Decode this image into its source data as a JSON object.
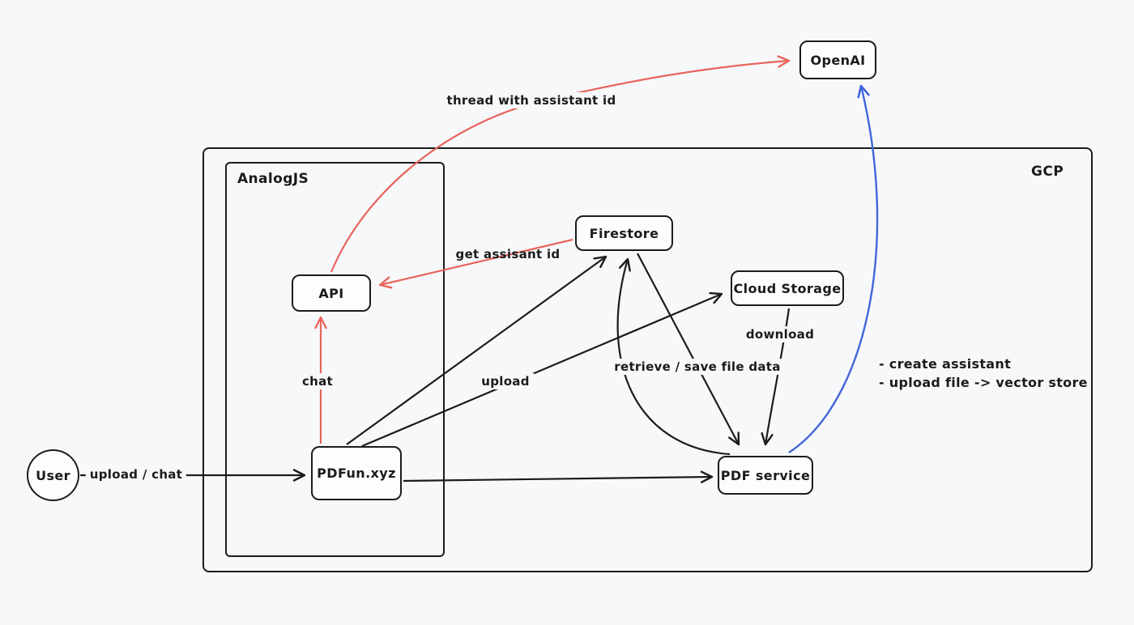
{
  "colors": {
    "background": "#f7f8fa",
    "stroke_black": "#1c1c1c",
    "arrow_red": "#e8655d",
    "arrow_blue": "#4166d9",
    "node_fill": "#fdfdfe"
  },
  "nodes": {
    "user": {
      "label": "User"
    },
    "openai": {
      "label": "OpenAI"
    },
    "gcp": {
      "label": "GCP"
    },
    "analogjs": {
      "label": "AnalogJS"
    },
    "api": {
      "label": "API"
    },
    "firestore": {
      "label": "Firestore"
    },
    "cloud_storage": {
      "label": "Cloud Storage"
    },
    "pdfun": {
      "label": "PDFun.xyz"
    },
    "pdf_service": {
      "label": "PDF service"
    }
  },
  "edge_labels": {
    "thread_with_assistant_id": "thread with assistant id",
    "get_assistant_id": "get assisant id",
    "chat": "chat",
    "upload": "upload",
    "retrieve_save_file_data": "retrieve / save file data",
    "download": "download",
    "upload_chat": "upload / chat",
    "openai_note_1": "- create assistant",
    "openai_note_2": "- upload file -> vector store"
  }
}
